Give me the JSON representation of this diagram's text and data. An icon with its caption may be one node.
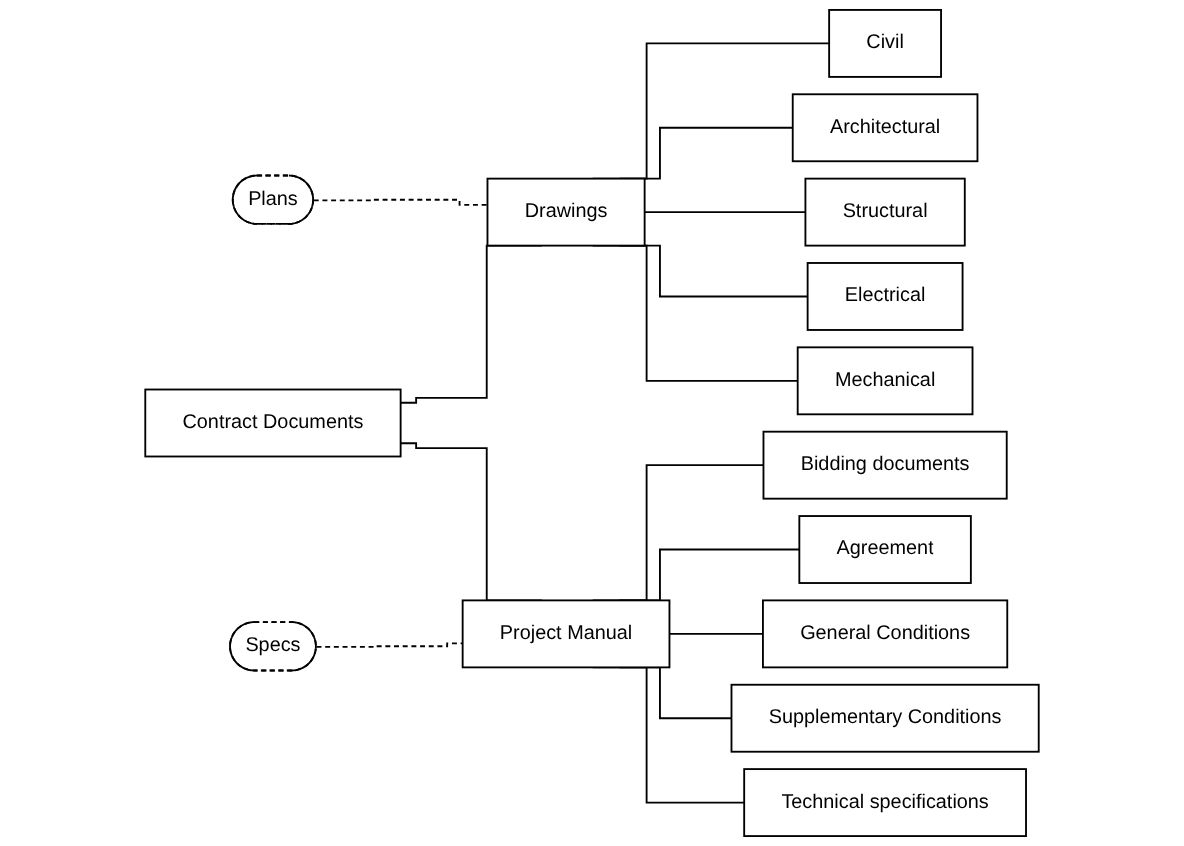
{
  "diagram": {
    "nodes": [
      {
        "text": [
          "Plans"
        ]
      },
      {
        "text": [
          "Contract Documents"
        ]
      },
      {
        "text": [
          "Specs"
        ]
      },
      {
        "text": [
          "Drawings"
        ]
      },
      {
        "text": [
          "Project Manual"
        ]
      },
      {
        "text": [
          "Civil"
        ]
      },
      {
        "text": [
          "Architectural"
        ]
      },
      {
        "text": [
          "Structural"
        ]
      },
      {
        "text": [
          "Electrical"
        ]
      },
      {
        "text": [
          "Mechanical"
        ]
      },
      {
        "text": [
          "Bidding documents"
        ]
      },
      {
        "text": [
          "Agreement"
        ]
      },
      {
        "text": [
          "General Conditions"
        ]
      },
      {
        "text": [
          "Supplementary Conditions"
        ]
      },
      {
        "text": [
          "Technical specifications"
        ]
      }
    ],
    "edges": [
      {
        "from": 1,
        "to": 3,
        "arrow": "none"
      },
      {
        "from": 1,
        "to": 4,
        "arrow": "none"
      },
      {
        "from": 0,
        "to": 3,
        "arrow": "none",
        "style": "dashed"
      },
      {
        "from": 2,
        "to": 4,
        "arrow": "none",
        "style": "dashed"
      },
      {
        "from": 3,
        "to": 5,
        "arrow": "none"
      },
      {
        "from": 3,
        "to": 6,
        "arrow": "none"
      },
      {
        "from": 3,
        "to": 7,
        "arrow": "none"
      },
      {
        "from": 3,
        "to": 8,
        "arrow": "none"
      },
      {
        "from": 3,
        "to": 9,
        "arrow": "none"
      },
      {
        "from": 4,
        "to": 10,
        "arrow": "none"
      },
      {
        "from": 4,
        "to": 11,
        "arrow": "none"
      },
      {
        "from": 4,
        "to": 12,
        "arrow": "none"
      },
      {
        "from": 4,
        "to": 13,
        "arrow": "none"
      },
      {
        "from": 4,
        "to": 14,
        "arrow": "none"
      }
    ]
  }
}
